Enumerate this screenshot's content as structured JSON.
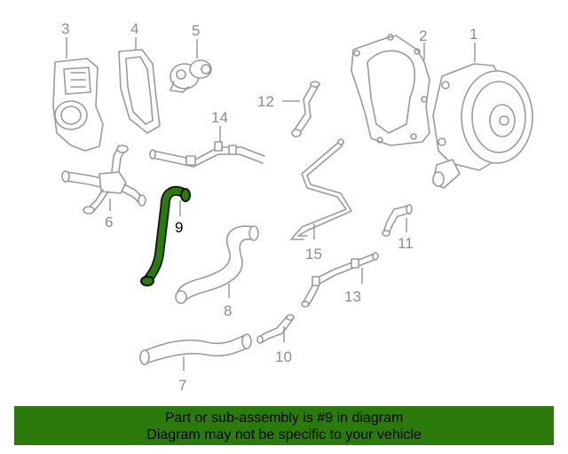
{
  "diagram": {
    "highlighted_part": "9",
    "highlight_color": "#2b7a0b",
    "part_color": "#9a9a9a",
    "callouts": {
      "p1": "1",
      "p2": "2",
      "p3": "3",
      "p4": "4",
      "p5": "5",
      "p6": "6",
      "p7": "7",
      "p8": "8",
      "p9": "9",
      "p10": "10",
      "p11": "11",
      "p12": "12",
      "p13": "13",
      "p14": "14",
      "p15": "15"
    }
  },
  "footer": {
    "line1": "Part or sub-assembly is #9 in diagram",
    "line2": "Diagram may not be specific to your vehicle",
    "background": "#2b7a0b"
  }
}
